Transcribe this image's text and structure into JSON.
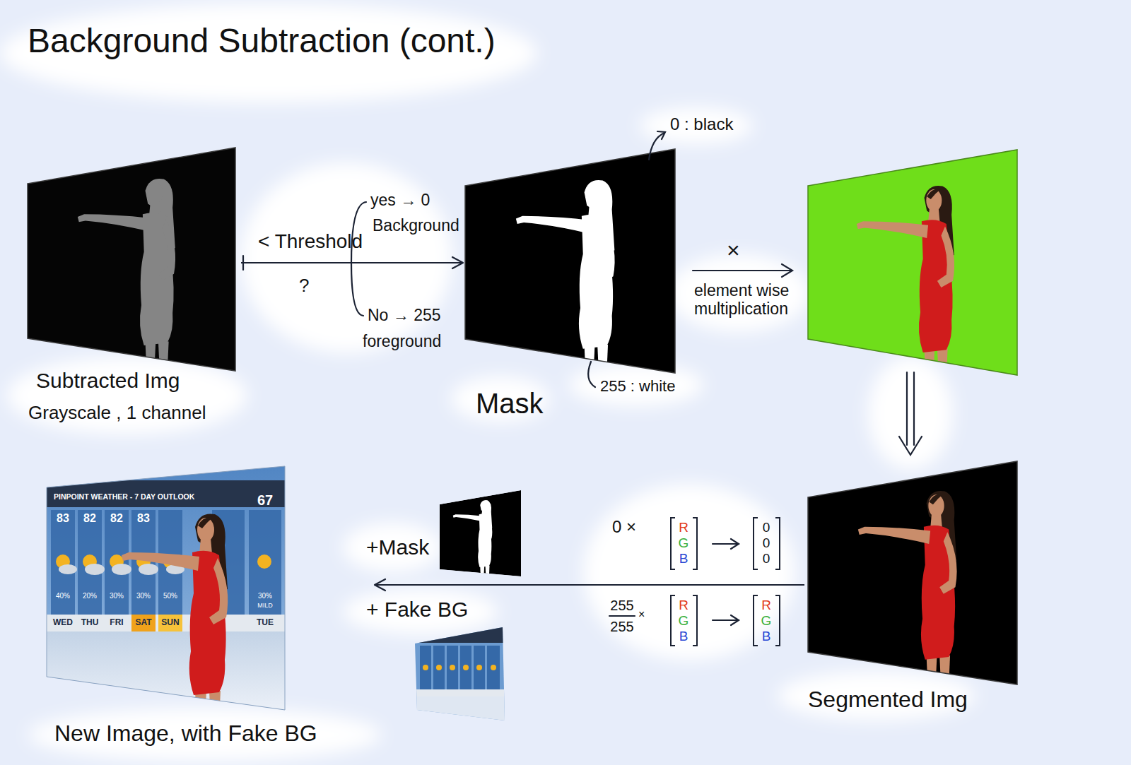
{
  "diagram": {
    "title": "Background Subtraction (cont.)",
    "nodes": [
      {
        "text": [
          "Subtracted Img",
          "Grayscale , 1 channel"
        ]
      },
      {
        "text": [
          "Mask"
        ]
      },
      {
        "text": [
          "Segmented Img"
        ]
      },
      {
        "text": [
          "New Image, with Fake BG"
        ]
      }
    ],
    "edges": [
      {
        "from": 0,
        "to": 1,
        "arrow": "to"
      },
      {
        "from": 2,
        "to": 3,
        "arrow": "to"
      }
    ],
    "labels": [
      "< Threshold",
      "?",
      "yes → 0",
      "Background",
      "No → 255",
      "foreground",
      "0 : black",
      "255 : white",
      "×",
      "element wise multiplication",
      "0 ×",
      "R",
      "G",
      "B",
      "0",
      "0",
      "0",
      "255",
      "255",
      "×",
      "R",
      "G",
      "B",
      "R",
      "G",
      "B",
      "+Mask",
      "+ Fake BG",
      "PINPOINT WEATHER - 7 DAY OUTLOOK",
      "83",
      "82",
      "82",
      "83",
      "67",
      "40%",
      "20%",
      "30%",
      "30%",
      "50%",
      "30%",
      "MILD",
      "WED",
      "THU",
      "FRI",
      "SAT",
      "SUN",
      "TUE"
    ]
  }
}
